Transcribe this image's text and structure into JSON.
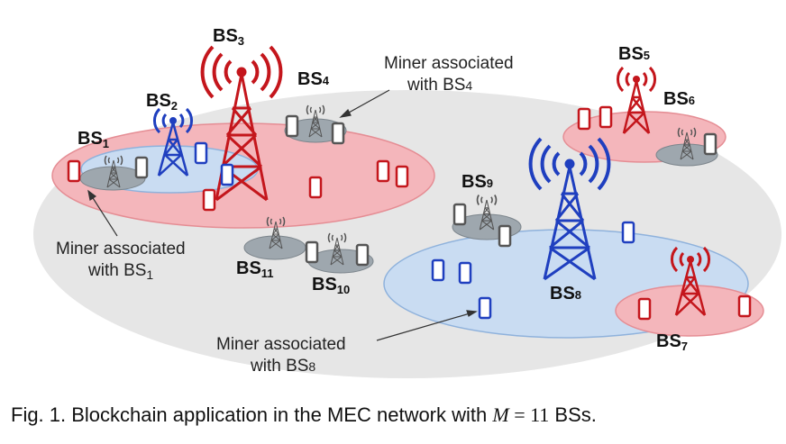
{
  "base_stations": [
    {
      "id": "bs1",
      "name": "BS",
      "sub": "1"
    },
    {
      "id": "bs2",
      "name": "BS",
      "sub": "2"
    },
    {
      "id": "bs3",
      "name": "BS",
      "sub": "3"
    },
    {
      "id": "bs4",
      "name": "BS",
      "sub": "4"
    },
    {
      "id": "bs5",
      "name": "BS",
      "sub": "5"
    },
    {
      "id": "bs6",
      "name": "BS",
      "sub": "6"
    },
    {
      "id": "bs7",
      "name": "BS",
      "sub": "7"
    },
    {
      "id": "bs8",
      "name": "BS",
      "sub": "8"
    },
    {
      "id": "bs9",
      "name": "BS",
      "sub": "9"
    },
    {
      "id": "bs10",
      "name": "BS",
      "sub": "10"
    },
    {
      "id": "bs11",
      "name": "BS",
      "sub": "11"
    }
  ],
  "annotations": {
    "miner_bs4_line1": "Miner associated",
    "miner_bs4_line2": "with BS",
    "miner_bs4_sub": "4",
    "miner_bs1_line1": "Miner associated",
    "miner_bs1_line2": "with BS",
    "miner_bs1_sub": "1",
    "miner_bs8_line1": "Miner associated",
    "miner_bs8_line2": "with BS",
    "miner_bs8_sub": "8"
  },
  "caption": {
    "prefix": "Fig. 1. Blockchain application in the MEC network with ",
    "math_var": "M",
    "math_eq": " = 11",
    "suffix": " BSs."
  },
  "colors": {
    "red": "#c4161c",
    "blue": "#1f3fbf",
    "gray": "#555555",
    "pink_zone": "#f4b6bb",
    "blue_zone": "#c9dcf2",
    "gray_zone": "#e6e6e6",
    "miner_cluster": "#9ea7ae"
  }
}
